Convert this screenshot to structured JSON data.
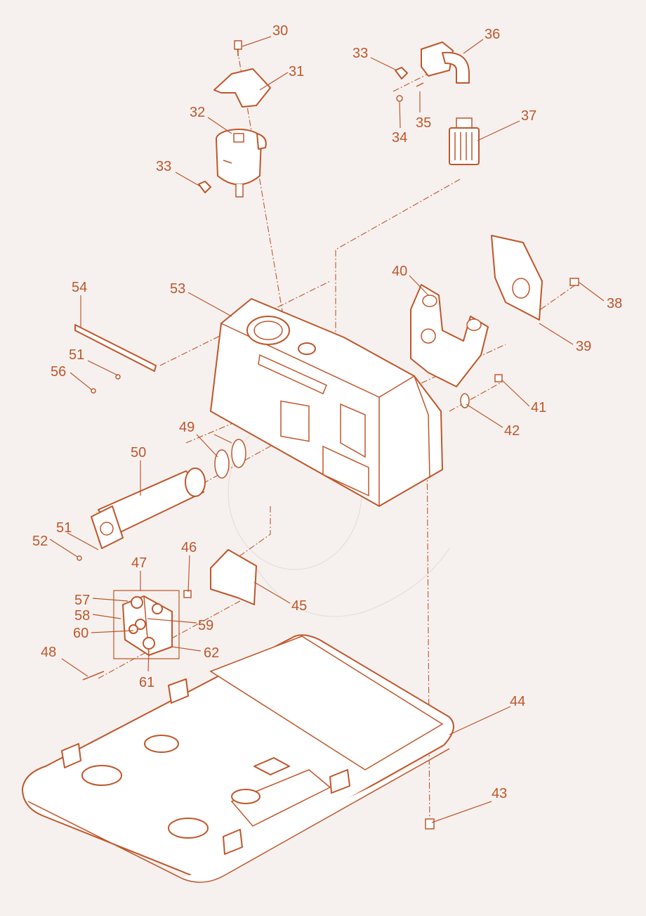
{
  "diagram": {
    "accent_color": "#c0562a",
    "background_color": "#f6f1ef",
    "callouts": [
      {
        "id": "c30",
        "label": "30"
      },
      {
        "id": "c31",
        "label": "31"
      },
      {
        "id": "c32",
        "label": "32"
      },
      {
        "id": "c33a",
        "label": "33"
      },
      {
        "id": "c33b",
        "label": "33"
      },
      {
        "id": "c34",
        "label": "34"
      },
      {
        "id": "c35",
        "label": "35"
      },
      {
        "id": "c36",
        "label": "36"
      },
      {
        "id": "c37",
        "label": "37"
      },
      {
        "id": "c38",
        "label": "38"
      },
      {
        "id": "c39",
        "label": "39"
      },
      {
        "id": "c40",
        "label": "40"
      },
      {
        "id": "c41",
        "label": "41"
      },
      {
        "id": "c42",
        "label": "42"
      },
      {
        "id": "c43",
        "label": "43"
      },
      {
        "id": "c44",
        "label": "44"
      },
      {
        "id": "c45",
        "label": "45"
      },
      {
        "id": "c46",
        "label": "46"
      },
      {
        "id": "c47",
        "label": "47"
      },
      {
        "id": "c48",
        "label": "48"
      },
      {
        "id": "c49",
        "label": "49"
      },
      {
        "id": "c50",
        "label": "50"
      },
      {
        "id": "c51a",
        "label": "51"
      },
      {
        "id": "c51b",
        "label": "51"
      },
      {
        "id": "c52",
        "label": "52"
      },
      {
        "id": "c53",
        "label": "53"
      },
      {
        "id": "c54",
        "label": "54"
      },
      {
        "id": "c56",
        "label": "56"
      },
      {
        "id": "c57",
        "label": "57"
      },
      {
        "id": "c58",
        "label": "58"
      },
      {
        "id": "c59",
        "label": "59"
      },
      {
        "id": "c60",
        "label": "60"
      },
      {
        "id": "c61",
        "label": "61"
      },
      {
        "id": "c62",
        "label": "62"
      }
    ]
  }
}
